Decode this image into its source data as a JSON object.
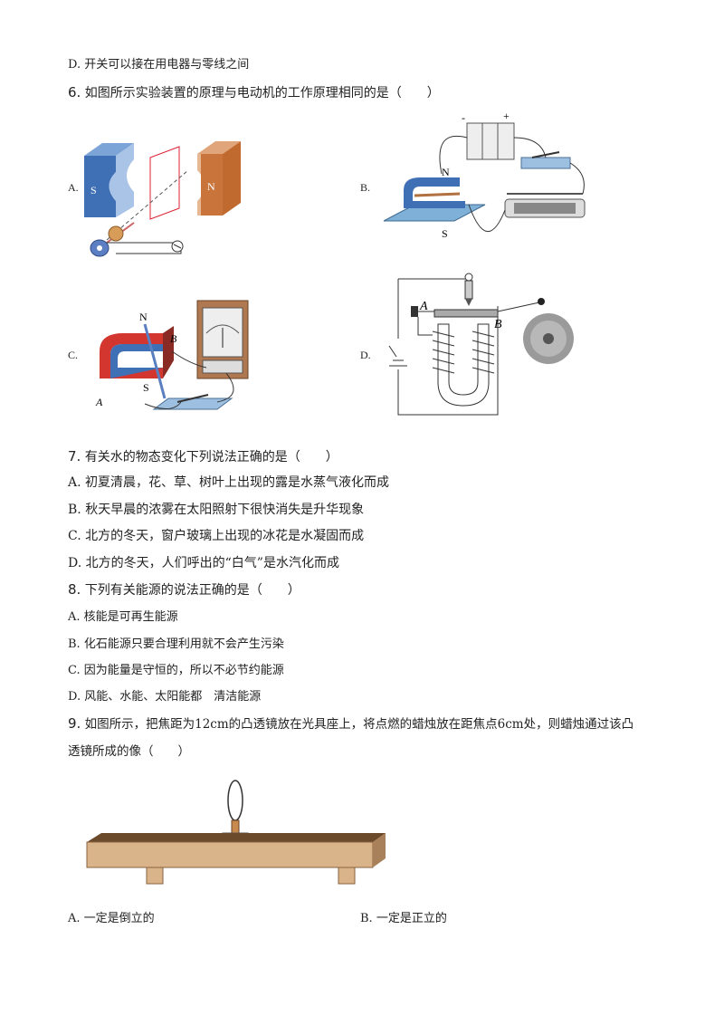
{
  "lines": {
    "q5d": "D.  开关可以接在用电器与零线之间",
    "q6_num": "6.",
    "q6": "如图所示实验装置的原理与电动机的工作原理相同的是（　　）",
    "q7_num": "7.",
    "q7": "有关水的物态变化下列说法正确的是（　　）",
    "q7a": "A. 初夏清晨，花、草、树叶上出现的露是水蒸气液化而成",
    "q7b": "B. 秋天早晨的浓雾在太阳照射下很快消失是升华现象",
    "q7c": "C. 北方的冬天，窗户玻璃上出现的冰花是水凝固而成",
    "q7d": "D. 北方的冬天，人们呼出的“白气”是水汽化而成",
    "q8_num": "8.",
    "q8": "下列有关能源的说法正确的是（　　）",
    "q8a": "A.  核能是可再生能源",
    "q8b": "B.  化石能源只要合理利用就不会产生污染",
    "q8c": "C.  因为能量是守恒的，所以不必节约能源",
    "q8d": "D.  风能、水能、太阳能都　清洁能源",
    "q9_num": "9.",
    "q9_l1": "如图所示，把焦距为12cm的凸透镜放在光具座上，将点燃的蜡烛放在距焦点6cm处，则蜡烛通过该凸",
    "q9_l2": "透镜所成的像（　　）",
    "q9a": "A.  一定是倒立的",
    "q9b": "B.  一定是正立的"
  },
  "options": {
    "a": "A.",
    "b": "B.",
    "c": "C.",
    "d": "D."
  },
  "figures": {
    "A": {
      "south": "S",
      "north": "N"
    },
    "B": {
      "north": "N",
      "south": "S",
      "minus": "-",
      "plus": "+"
    },
    "C": {
      "north": "N",
      "south": "S",
      "label_a": "A",
      "label_b": "B"
    },
    "D": {
      "label_a": "A",
      "label_b": "B"
    }
  }
}
